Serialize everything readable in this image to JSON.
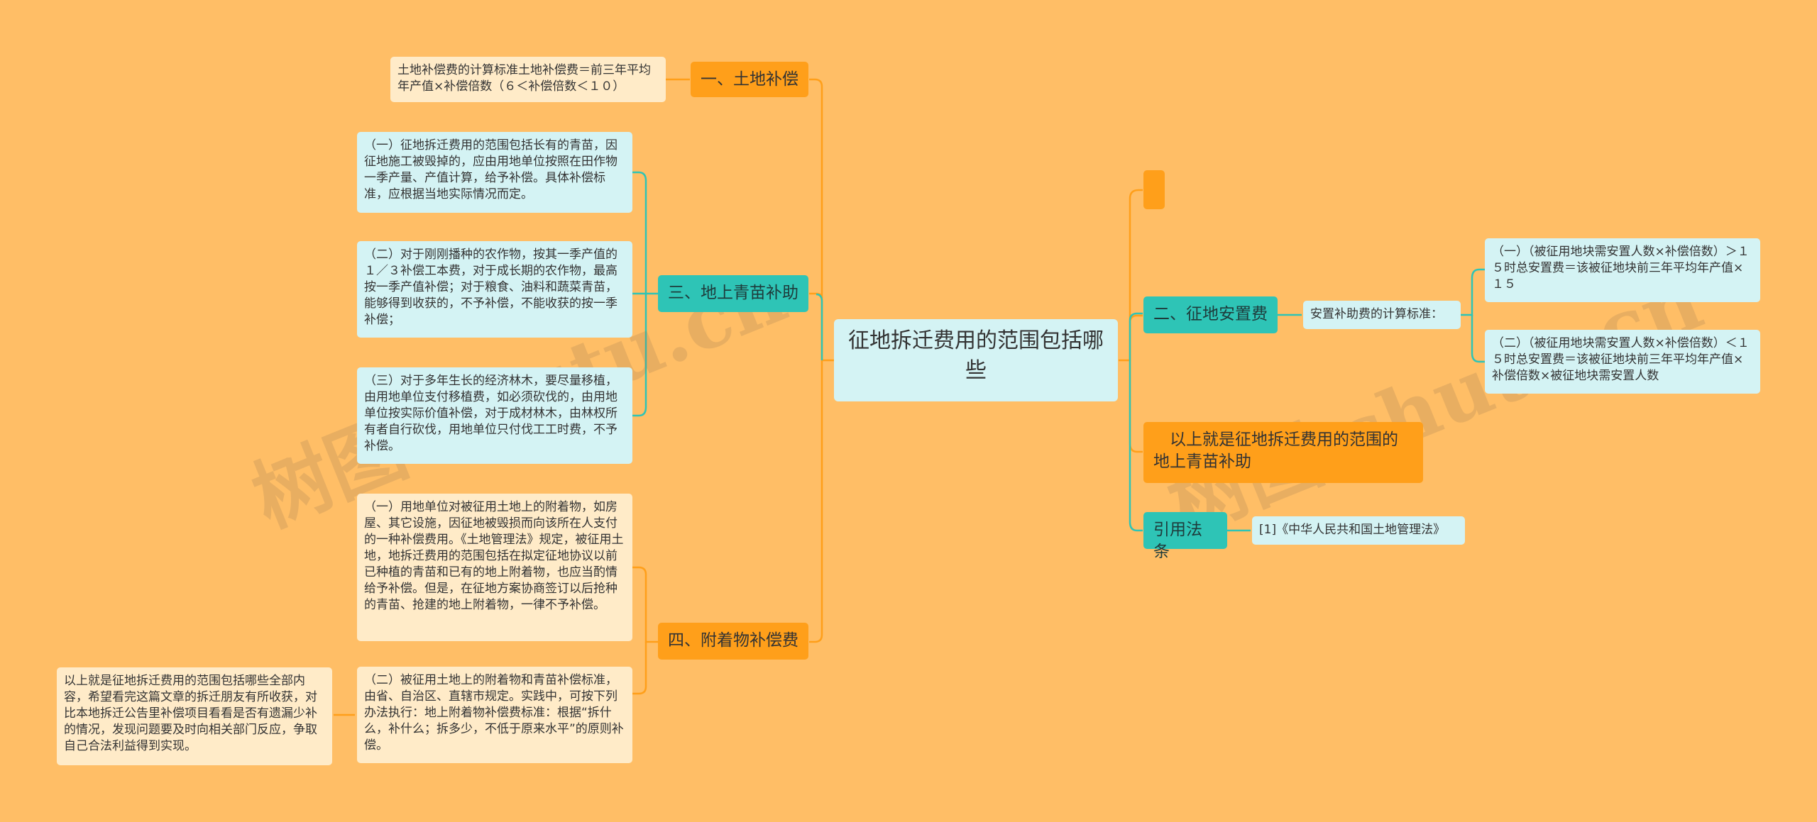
{
  "central": "征地拆迁费用的范围包括哪些",
  "left": {
    "land_comp": {
      "label": "一、土地补偿",
      "leaf": "土地补偿费的计算标准土地补偿费＝前三年平均年产值×补偿倍数（６＜补偿倍数＜１０）"
    },
    "crops": {
      "label": "三、地上青苗补助",
      "leaves": [
        "（一）征地拆迁费用的范围包括长有的青苗，因征地施工被毁掉的，应由用地单位按照在田作物一季产量、产值计算，给予补偿。具体补偿标准，应根据当地实际情况而定。",
        "（二）对于刚刚播种的农作物，按其一季产值的１／３补偿工本费，对于成长期的农作物，最高按一季产值补偿；对于粮食、油料和蔬菜青苗，能够得到收获的，不予补偿，不能收获的按一季补偿；",
        "（三）对于多年生长的经济林木，要尽量移植，由用地单位支付移植费，如必须砍伐的，由用地单位按实际价值补偿，对于成材林木，由林权所有者自行砍伐，用地单位只付伐工工时费，不予补偿。"
      ]
    },
    "attach": {
      "label": "四、附着物补偿费",
      "leaves": [
        "（一）用地单位对被征用土地上的附着物，如房屋、其它设施，因征地被毁损而向该所在人支付的一种补偿费用。《土地管理法》规定，被征用土地，地拆迁费用的范围包括在拟定征地协议以前已种植的青苗和已有的地上附着物，也应当酌情给予补偿。但是，在征地方案协商签订以后抢种的青苗、抢建的地上附着物，一律不予补偿。",
        "（二）被征用土地上的附着物和青苗补偿标准，由省、自治区、直辖市规定。实践中，可按下列办法执行：地上附着物补偿费标准：根据“拆什么，补什么；拆多少，不低于原来水平”的原则补偿。"
      ],
      "sub_leaf": "以上就是征地拆迁费用的范围包括哪些全部内容，希望看完这篇文章的拆迁朋友有所收获，对比本地拆迁公告里补偿项目看看是否有遗漏少补的情况，发现问题要及时向相关部门反应，争取自己合法利益得到实现。"
    }
  },
  "right": {
    "empty_node": "",
    "resettle": {
      "label": "二、征地安置费",
      "mid": "安置补助费的计算标准：",
      "leaves": [
        "（一）（被征用地块需安置人数×补偿倍数）＞１５时总安置费＝该被征地块前三年平均年产值×１５",
        "（二）（被征用地块需安置人数×补偿倍数）＜１５时总安置费＝该被征地块前三年平均年产值×补偿倍数×被征地块需安置人数"
      ]
    },
    "summary": "　以上就是征地拆迁费用的范围的地上青苗补助",
    "law": {
      "label": "引用法条",
      "leaf": "[1]《中华人民共和国土地管理法》"
    }
  },
  "watermarks": [
    "树图 shutu.cn",
    "树图 shutu.cn"
  ],
  "colors": {
    "background": "#FFBE66",
    "orange": "#FF9F1A",
    "teal": "#2EC4B6",
    "light_teal": "#D4F3F4",
    "cream": "#FFEBC8"
  }
}
